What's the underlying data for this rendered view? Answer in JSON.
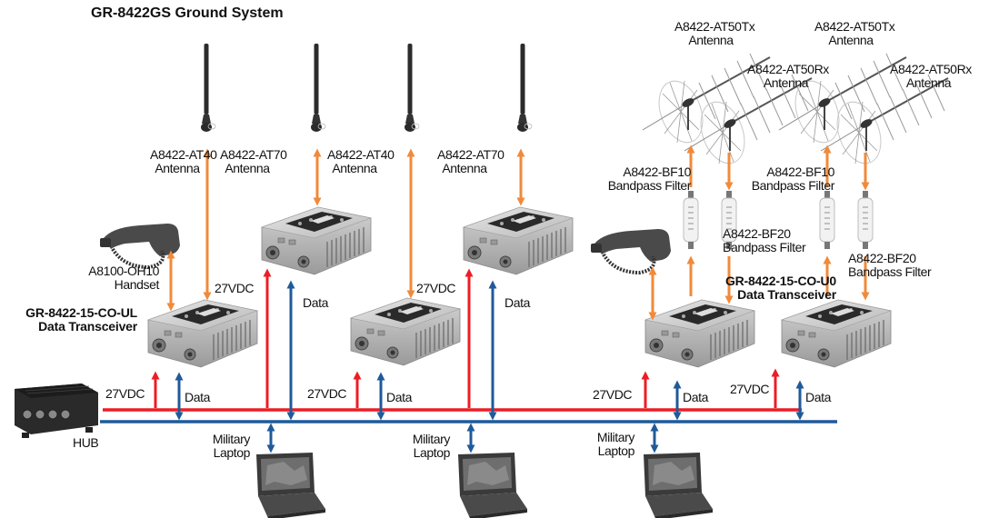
{
  "title": "GR-8422GS Ground System",
  "colors": {
    "power": "#ee1c25",
    "data": "#1f5a9a",
    "rf": "#f08a3a"
  },
  "labels": {
    "power": "27VDC",
    "data": "Data",
    "hub": "HUB",
    "laptop_line1": "Military",
    "laptop_line2": "Laptop",
    "antenna_word": "Antenna",
    "filter_word": "Bandpass Filter",
    "transceiver_word": "Data Transceiver"
  },
  "components": {
    "transceiver_ul": {
      "model": "GR-8422-15-CO-UL",
      "desc": "Data Transceiver"
    },
    "transceiver_u0": {
      "model": "GR-8422-15-CO-U0",
      "desc": "Data Transceiver"
    },
    "handset": {
      "model": "A8100-OH10",
      "desc": "Handset"
    },
    "antennas": [
      {
        "model": "A8422-AT40",
        "desc": "Antenna"
      },
      {
        "model": "A8422-AT70",
        "desc": "Antenna"
      },
      {
        "model": "A8422-AT40",
        "desc": "Antenna"
      },
      {
        "model": "A8422-AT70",
        "desc": "Antenna"
      }
    ],
    "yagi_antennas": [
      {
        "model": "A8422-AT50Tx",
        "desc": "Antenna"
      },
      {
        "model": "A8422-AT50Rx",
        "desc": "Antenna"
      },
      {
        "model": "A8422-AT50Tx",
        "desc": "Antenna"
      },
      {
        "model": "A8422-AT50Rx",
        "desc": "Antenna"
      }
    ],
    "filters": [
      {
        "model": "A8422-BF10",
        "desc": "Bandpass Filter"
      },
      {
        "model": "A8422-BF20",
        "desc": "Bandpass Filter"
      },
      {
        "model": "A8422-BF10",
        "desc": "Bandpass Filter"
      },
      {
        "model": "A8422-BF20",
        "desc": "Bandpass Filter"
      }
    ]
  }
}
